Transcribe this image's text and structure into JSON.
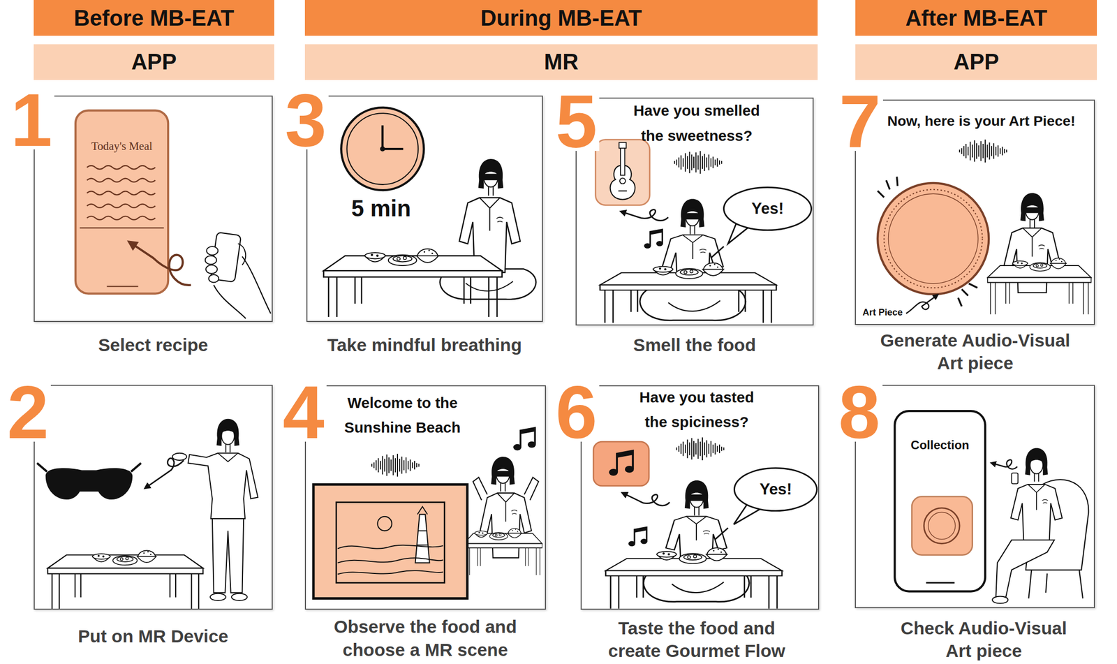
{
  "diagram": {
    "nodes": [
      {
        "text": [
          "Before MB-EAT"
        ]
      },
      {
        "text": [
          "During MB-EAT"
        ]
      },
      {
        "text": [
          "After MB-EAT"
        ]
      },
      {
        "text": [
          "APP"
        ]
      },
      {
        "text": [
          "MR"
        ]
      },
      {
        "text": [
          "APP"
        ]
      },
      {
        "text": [
          "Select recipe"
        ]
      },
      {
        "text": [
          "Today's Meal"
        ],
        "in": 6
      },
      {
        "text": [
          "Put on MR Device"
        ]
      },
      {
        "text": [
          "5 min",
          "Take mindful breathing"
        ]
      },
      {
        "text": [
          "Welcome to the Sunshine Beach",
          "Observe the food and choose a MR scene"
        ]
      },
      {
        "text": [
          "Have you smelled the sweetness?",
          "Smell the food"
        ]
      },
      {
        "text": [
          "Yes!"
        ],
        "in": 11
      },
      {
        "text": [
          "Have you tasted the spiciness?",
          "Taste the food and create Gourmet Flow"
        ]
      },
      {
        "text": [
          "Yes!"
        ],
        "in": 13
      },
      {
        "text": [
          "Now, here is your Art Piece!",
          "Art Piece",
          "Generate Audio-Visual Art piece"
        ]
      },
      {
        "text": [
          "Check Audio-Visual Art piece"
        ]
      },
      {
        "text": [
          "Collection"
        ],
        "in": 16
      }
    ],
    "labels": [
      "1",
      "2",
      "3",
      "4",
      "5",
      "6",
      "7",
      "8"
    ]
  }
}
